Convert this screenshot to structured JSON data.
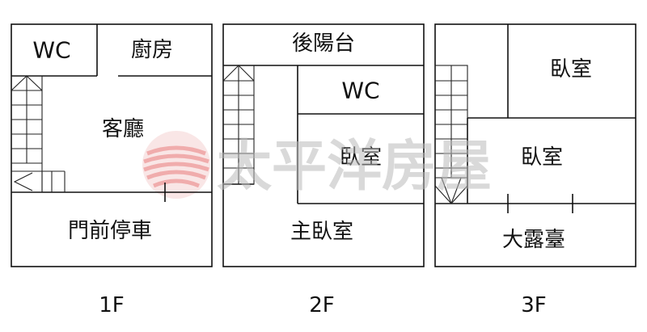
{
  "floors": [
    {
      "label": "1F",
      "rooms": {
        "wc": "WC",
        "kitchen": "廚房",
        "living": "客廳",
        "parking": "門前停車"
      }
    },
    {
      "label": "2F",
      "rooms": {
        "balcony": "後陽台",
        "wc": "WC",
        "bedroom": "臥室",
        "master": "主臥室"
      }
    },
    {
      "label": "3F",
      "rooms": {
        "bedroom_top": "臥室",
        "bedroom_mid": "臥室",
        "terrace": "大露臺"
      }
    }
  ],
  "watermark": {
    "text": "太平洋房屋",
    "logo_color": "#e04848"
  }
}
